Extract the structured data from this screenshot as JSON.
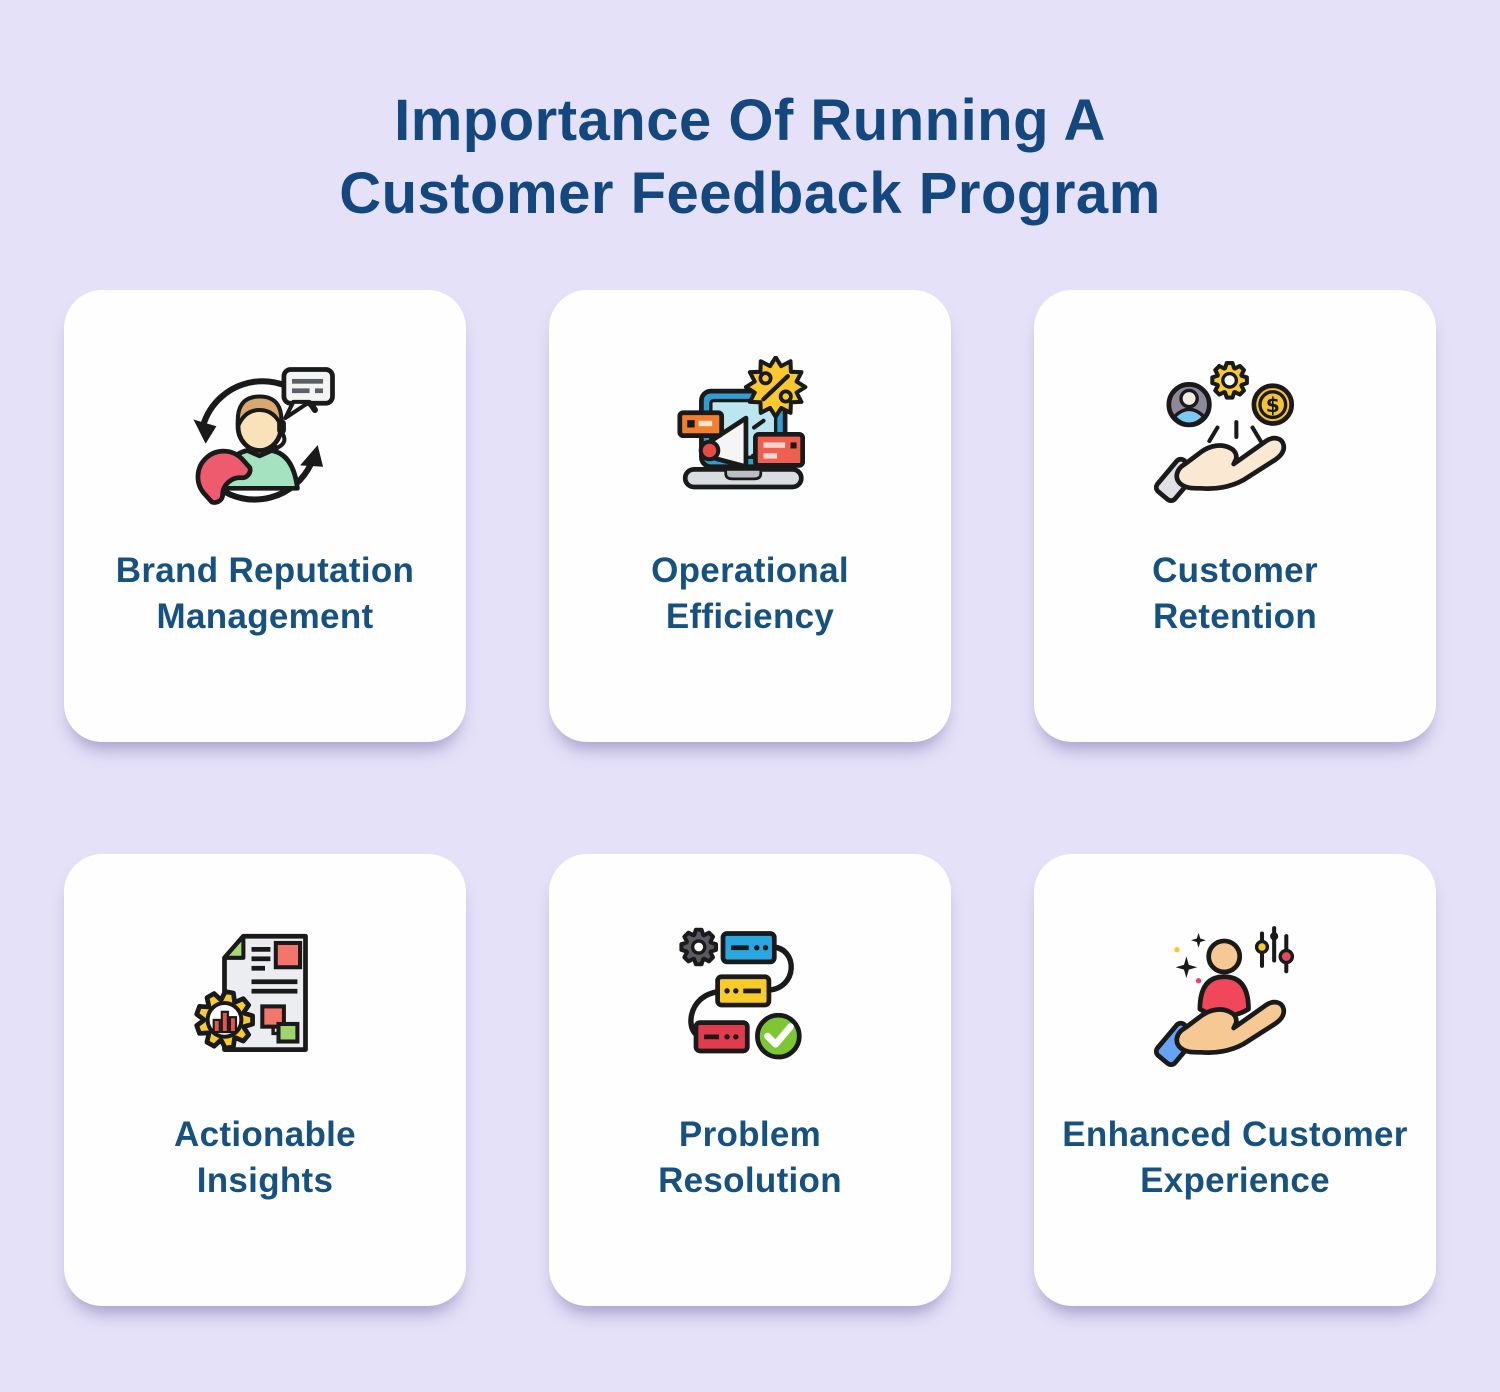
{
  "title": {
    "line1": "Importance Of Running A",
    "line2": "Customer Feedback Program"
  },
  "theme": {
    "background": "#E4E1F8",
    "card_background": "#FEFEFF",
    "title_color": "#14477E",
    "label_color": "#17517F"
  },
  "cards": [
    {
      "name": "brand-reputation-management",
      "icon": "customer-support-icon",
      "line1": "Brand Reputation",
      "line2": "Management"
    },
    {
      "name": "operational-efficiency",
      "icon": "marketing-laptop-icon",
      "line1": "Operational",
      "line2": "Efficiency"
    },
    {
      "name": "customer-retention",
      "icon": "hand-customer-value-icon",
      "line1": "Customer",
      "line2": "Retention"
    },
    {
      "name": "actionable-insights",
      "icon": "report-gear-chart-icon",
      "line1": "Actionable",
      "line2": "Insights"
    },
    {
      "name": "problem-resolution",
      "icon": "workflow-check-icon",
      "line1": "Problem",
      "line2": "Resolution"
    },
    {
      "name": "enhanced-customer-experience",
      "icon": "hand-person-sliders-icon",
      "line1": "Enhanced Customer",
      "line2": "Experience"
    }
  ],
  "icons": {
    "dollar_symbol": "$",
    "coin_color": "#F5C335",
    "gear_color": "#F9CB30",
    "check_color": "#7DC832"
  }
}
